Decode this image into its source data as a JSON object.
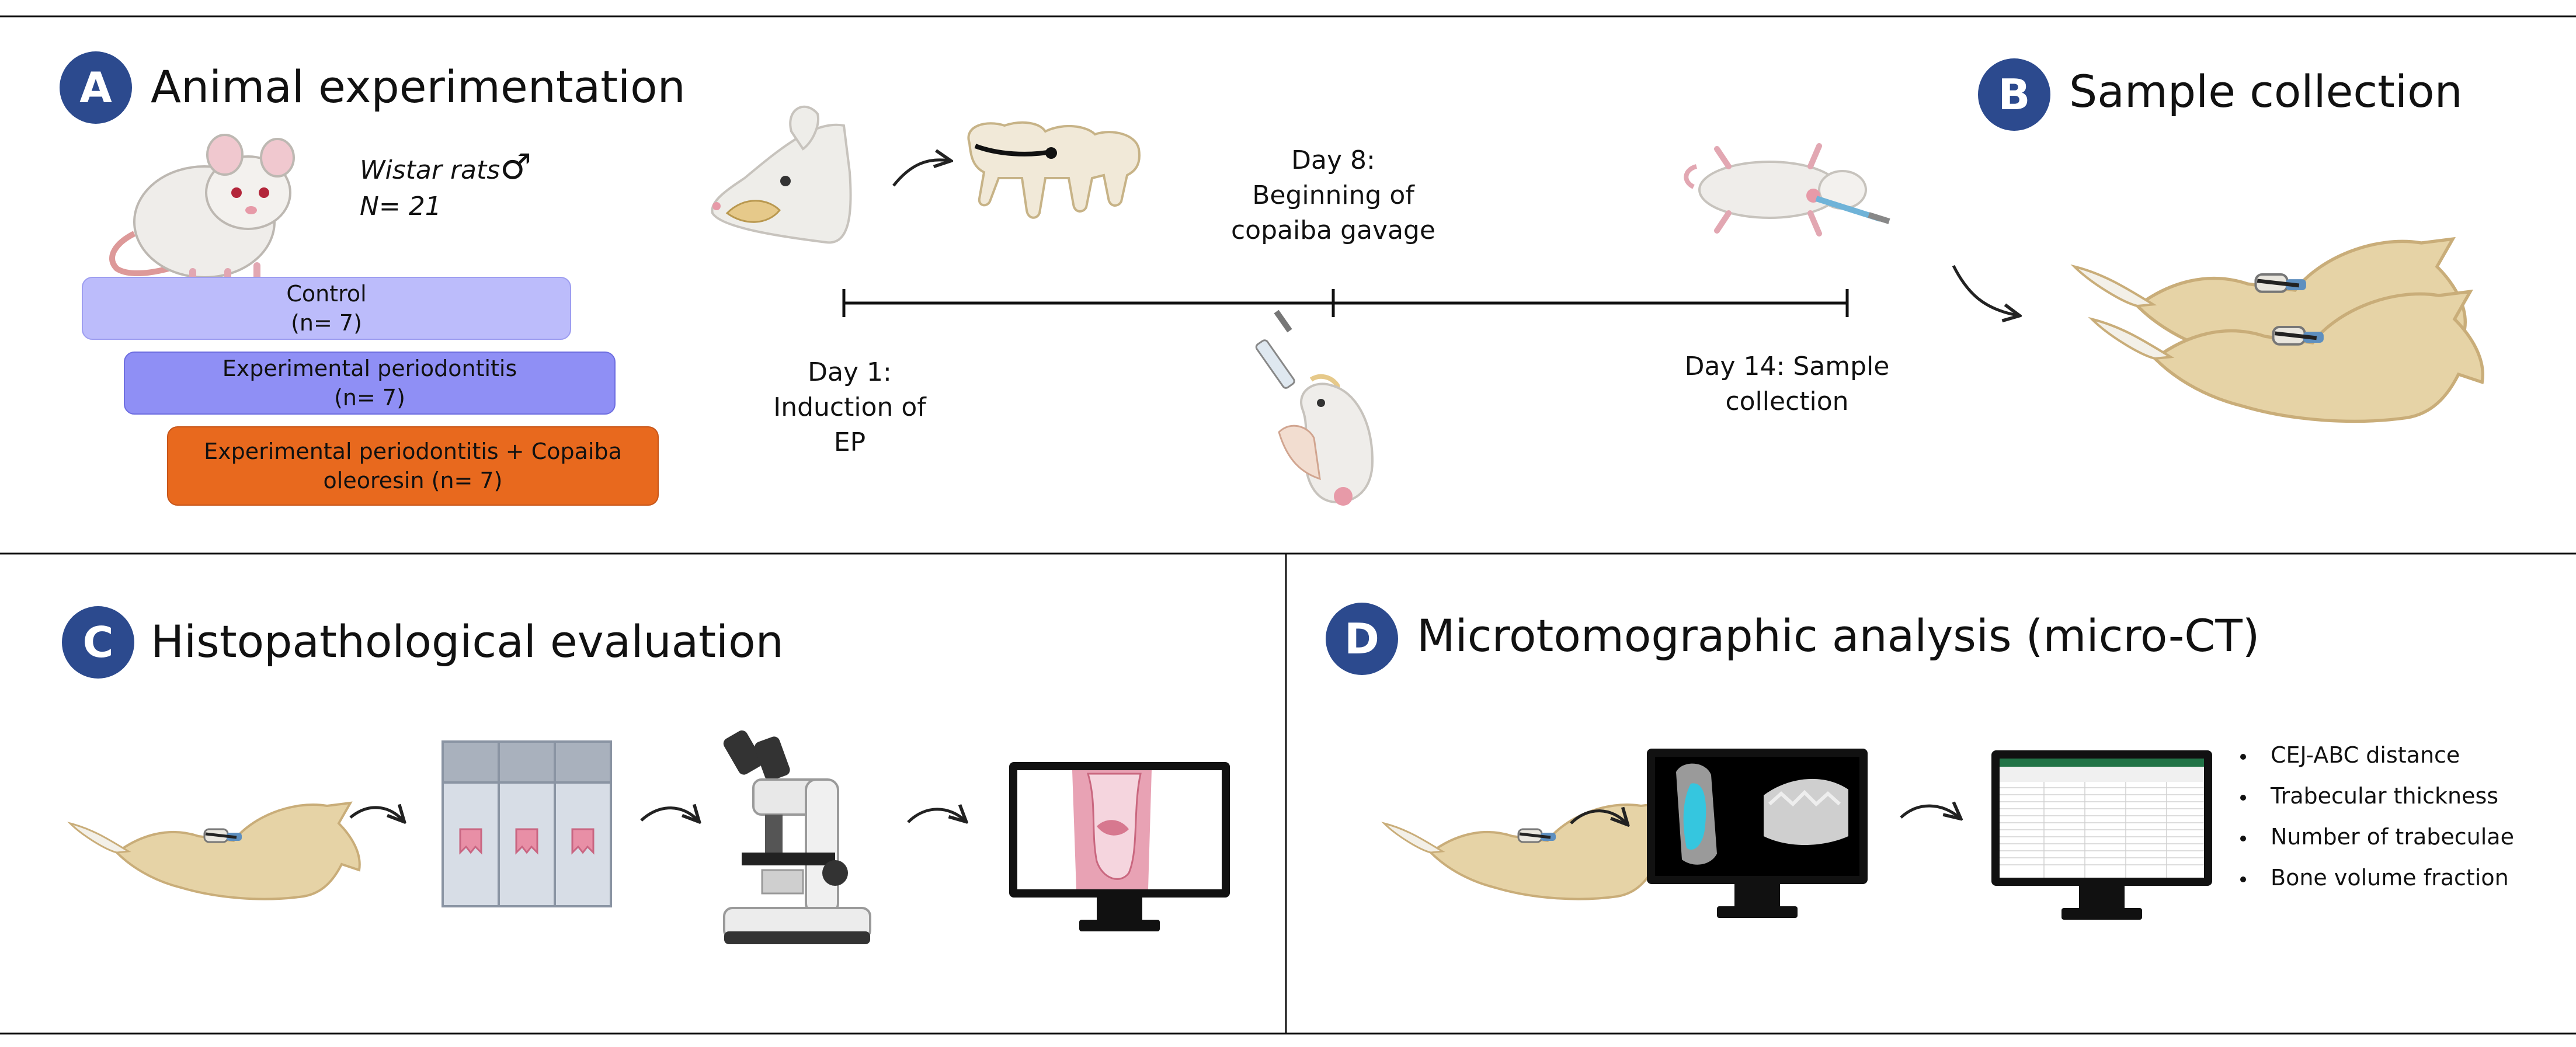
{
  "panels": {
    "a": {
      "letter": "A",
      "title": "Animal experimentation"
    },
    "b": {
      "letter": "B",
      "title": "Sample collection"
    },
    "c": {
      "letter": "C",
      "title": "Histopathological evaluation"
    },
    "d": {
      "letter": "D",
      "title": "Microtomographic analysis (micro-CT)"
    }
  },
  "animals": {
    "strain": "Wistar rats",
    "sex_symbol": "♂",
    "n": "N= 21"
  },
  "groups": [
    {
      "name": "Control",
      "n": "(n= 7)",
      "color": "#bcbcfb"
    },
    {
      "name": "Experimental periodontitis",
      "n": "(n= 7)",
      "color": "#8f8ff5"
    },
    {
      "name": "Experimental periodontitis  + Copaiba",
      "n": "oleoresin (n= 7)",
      "color": "#e8691e"
    }
  ],
  "timeline": {
    "day8": [
      "Day 8:",
      "Beginning of",
      "copaiba gavage"
    ],
    "day1": [
      "Day 1:",
      "Induction of",
      "EP"
    ],
    "day14": [
      "Day 14: Sample",
      "collection"
    ]
  },
  "microct_outcomes": [
    "CEJ-ABC distance",
    "Trabecular thickness",
    "Number of trabeculae",
    "Bone volume fraction"
  ],
  "colors": {
    "badge": "#2c4a8e",
    "bone": "#e6d3a6",
    "bone_stroke": "#c9ad79",
    "ligature": "#222222",
    "tissue": "#e88fa6"
  },
  "icons": [
    "rat-icon",
    "rat-head-icon",
    "molars-ligature-icon",
    "gavage-rat-icon",
    "rat-supine-icon",
    "mandible-icon",
    "slides-icon",
    "microscope-icon",
    "monitor-icon",
    "spreadsheet-icon"
  ]
}
